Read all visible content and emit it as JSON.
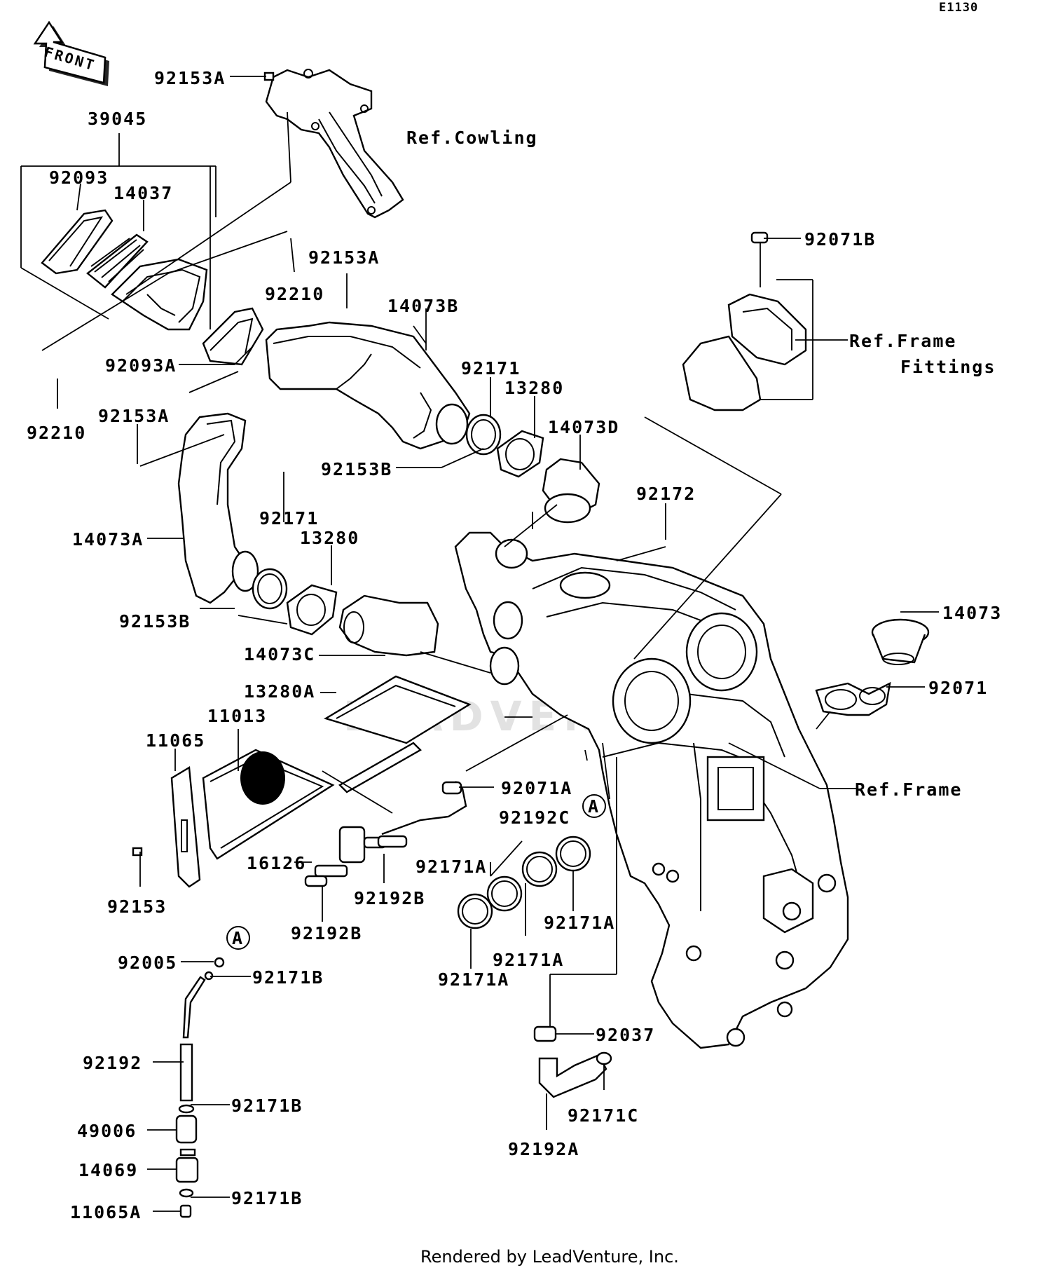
{
  "diagram_code": "E1130",
  "credit": "Rendered by LeadVenture, Inc.",
  "watermark": "LEADVENTURE",
  "front_arrow_label": "FRONT",
  "references": {
    "cowling": "Ref.Cowling",
    "frame_fittings_line1": "Ref.Frame",
    "frame_fittings_line2": "Fittings",
    "frame": "Ref.Frame"
  },
  "callouts": {
    "a_upper": "A",
    "a_lower": "A"
  },
  "part_labels": {
    "p92153A_top": "92153A",
    "p39045": "39045",
    "p92093": "92093",
    "p14037": "14037",
    "p92153A_mid": "92153A",
    "p92210_right": "92210",
    "p14073B": "14073B",
    "p92093A": "92093A",
    "p92210_left": "92210",
    "p92153A_left": "92153A",
    "p92171_top": "92171",
    "p13280_top": "13280",
    "p14073D": "14073D",
    "p92153B_top": "92153B",
    "p92071B": "92071B",
    "p92172": "92172",
    "p92171_mid": "92171",
    "p13280_mid": "13280",
    "p14073A": "14073A",
    "p92153B_left": "92153B",
    "p14073C": "14073C",
    "p14073": "14073",
    "p92071": "92071",
    "p13280A": "13280A",
    "p11013": "11013",
    "p11065": "11065",
    "p92071A": "92071A",
    "p92192C": "92192C",
    "p16126": "16126",
    "p92171A_1": "92171A",
    "p92171A_2": "92171A",
    "p92171A_3": "92171A",
    "p92171A_4": "92171A",
    "p92153": "92153",
    "p92192B_1": "92192B",
    "p92192B_2": "92192B",
    "p92005": "92005",
    "p92171B_1": "92171B",
    "p92192": "92192",
    "p92171B_2": "92171B",
    "p49006": "49006",
    "p14069": "14069",
    "p92171B_3": "92171B",
    "p11065A": "11065A",
    "p92037": "92037",
    "p92171C": "92171C",
    "p92192A": "92192A"
  }
}
